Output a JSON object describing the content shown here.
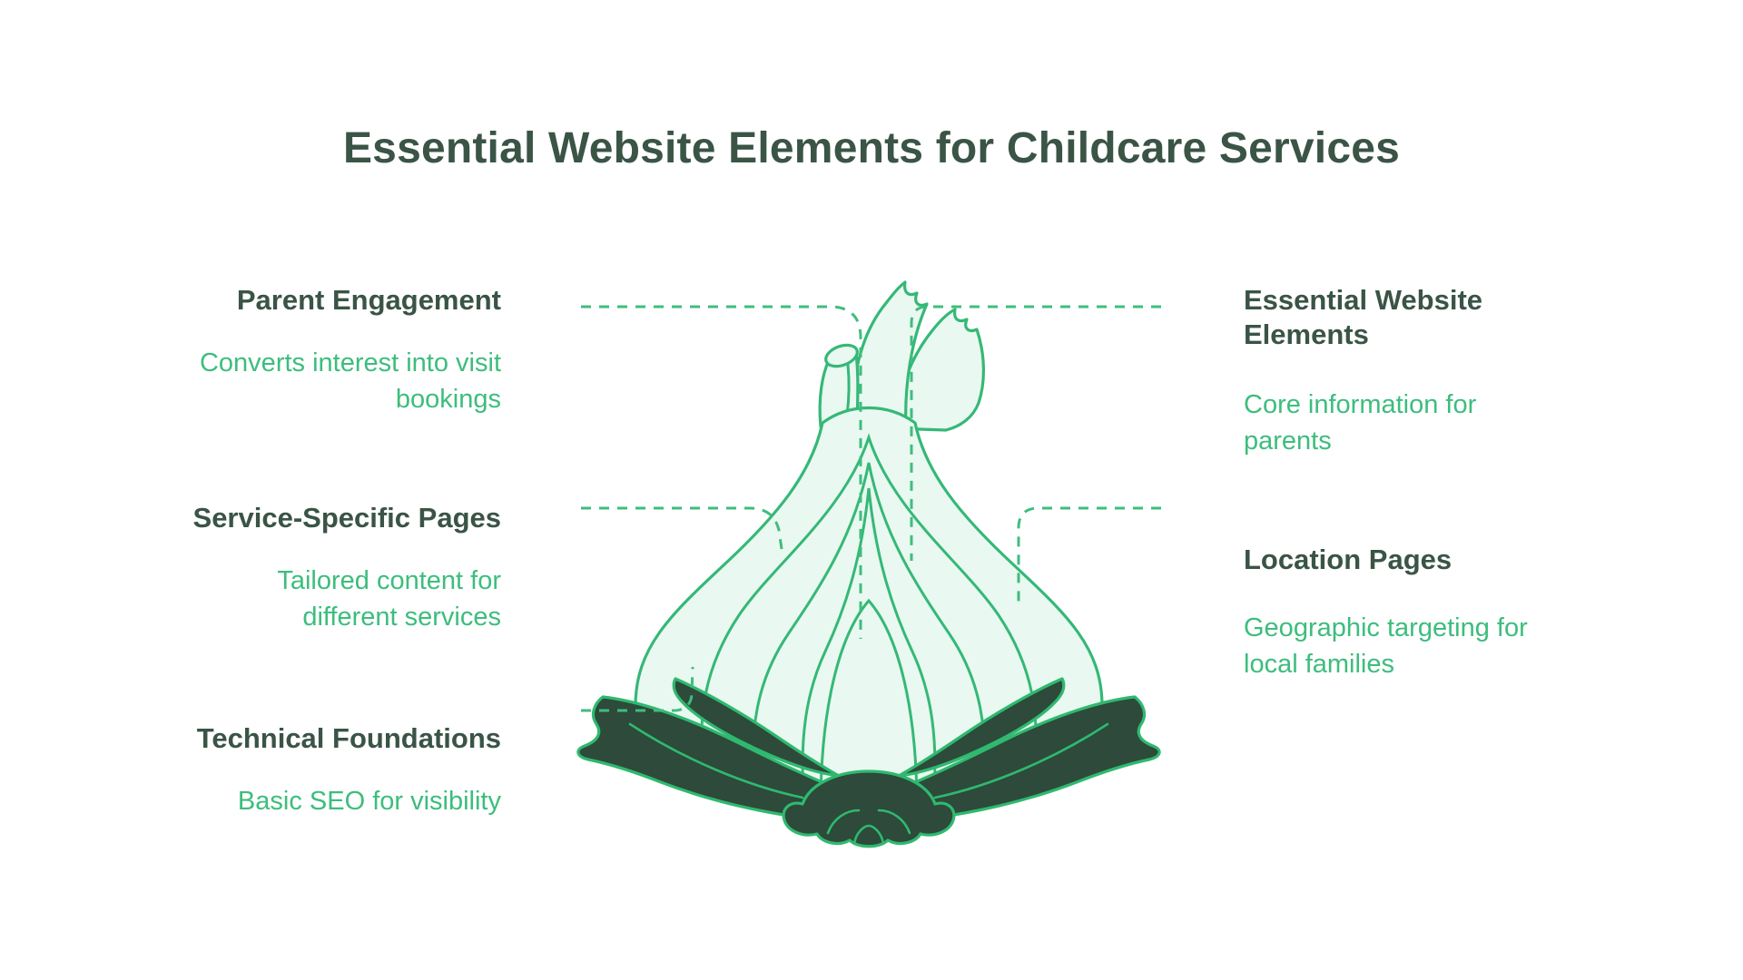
{
  "title": "Essential Website Elements for Childcare Services",
  "colors": {
    "background": "#ffffff",
    "heading_text": "#3a5446",
    "subtitle_text": "#3dbd7d",
    "leader_line": "#3fbd7e",
    "onion_outline": "#35b877",
    "onion_fill": "#e9f8f0",
    "leaf_fill": "#2d4a3b"
  },
  "diagram": {
    "illustration": "onion-cross-section",
    "left_items": [
      {
        "title": "Parent Engagement",
        "description": "Converts interest into visit\nbookings"
      },
      {
        "title": "Service-Specific Pages",
        "description": "Tailored content for\ndifferent services"
      },
      {
        "title": "Technical Foundations",
        "description": "Basic SEO for visibility"
      }
    ],
    "right_items": [
      {
        "title": "Essential Website\nElements",
        "description": "Core information for\nparents"
      },
      {
        "title": "Location Pages",
        "description": "Geographic targeting for\nlocal families"
      }
    ]
  }
}
